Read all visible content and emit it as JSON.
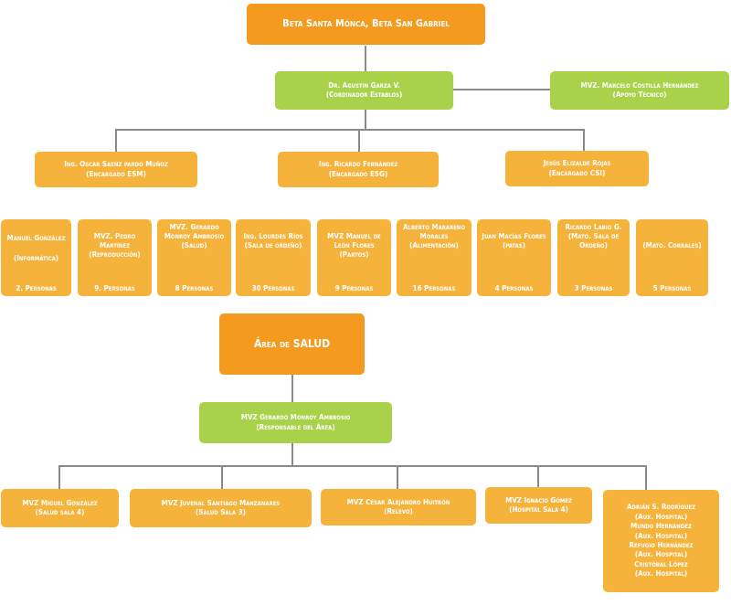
{
  "colors": {
    "top": "#f49a1f",
    "orange": "#f6b33c",
    "green": "#a9d24a",
    "lines": "#8a8a8a"
  },
  "org": {
    "top_title": "Beta Santa Mónca, Beta San Gabriel",
    "coordinator": {
      "name": "Dr. Agustín Garza V.",
      "role": "(Cordinador Establos)"
    },
    "technical": {
      "name": "MVZ. Marcelo Costilla Hernández",
      "role": "(Apoyo Técnico)"
    },
    "managers": [
      {
        "name": "Ing. Oscar Saenz pardo Muñoz",
        "role": "(Encargado ESM)"
      },
      {
        "name": "Ing. Ricardo Fernández",
        "role": "(Encargado ESG)"
      },
      {
        "name": "Jesús Elizalde Rojas",
        "role": "(Encargado CSI)"
      }
    ],
    "staff": [
      {
        "name": "Manuel González",
        "role": "(Informática)",
        "count": "2. Personas"
      },
      {
        "name": "MVZ. Pedro Martínez",
        "role": "(Reproducción)",
        "count": "9. Personas"
      },
      {
        "name": "MVZ. Gerardo Monroy Ambrosio",
        "role": "(Salud)",
        "count": "8 Personas"
      },
      {
        "name": "Ing. Lourdes Ríos",
        "role": "(Sala de ordeño)",
        "count": "30 Personas"
      },
      {
        "name": "MVZ Manuel de León Flores",
        "role": "(Partos)",
        "count": "9 Personas"
      },
      {
        "name": "Alberto Marareno Morales",
        "role": "(Alimentación)",
        "count": "16 Personas"
      },
      {
        "name": "Juan Macías Flores",
        "role": "(patas)",
        "count": "4 Personas"
      },
      {
        "name": "Ricardo Labio G.",
        "role": "(Mato. Sala de Ordeño)",
        "count": "3 Personas"
      },
      {
        "name": "",
        "role": "(Mato. Corrales)",
        "count": "5 Personas"
      }
    ]
  },
  "health": {
    "title": "Área de SALUD",
    "head": {
      "name": "MVZ Gerardo Monroy Ambrosio",
      "role": "(Responsable del Área)"
    },
    "members": [
      {
        "name": "MVZ Miguel González",
        "role": "(Salud sala 4)"
      },
      {
        "name": "MVZ Juvenal Santiago Manzanares",
        "role": "(Salud Sala 3)"
      },
      {
        "name": "MVZ César Alejandro Huitrón",
        "role": "(Relevo)"
      },
      {
        "name": "MVZ Ignacio Gómez",
        "role": "(Hospital Sala 4)"
      }
    ],
    "aux": [
      {
        "name": "Adrián S. Rodríguez",
        "role": "(Aux. Hospital)"
      },
      {
        "name": "Mundo Hernández",
        "role": "(Aux. Hospital)"
      },
      {
        "name": "Refugio Hernández",
        "role": "(Aux. Hospital)"
      },
      {
        "name": "Cristóbal López",
        "role": "(Aux. Hospital)"
      }
    ]
  }
}
